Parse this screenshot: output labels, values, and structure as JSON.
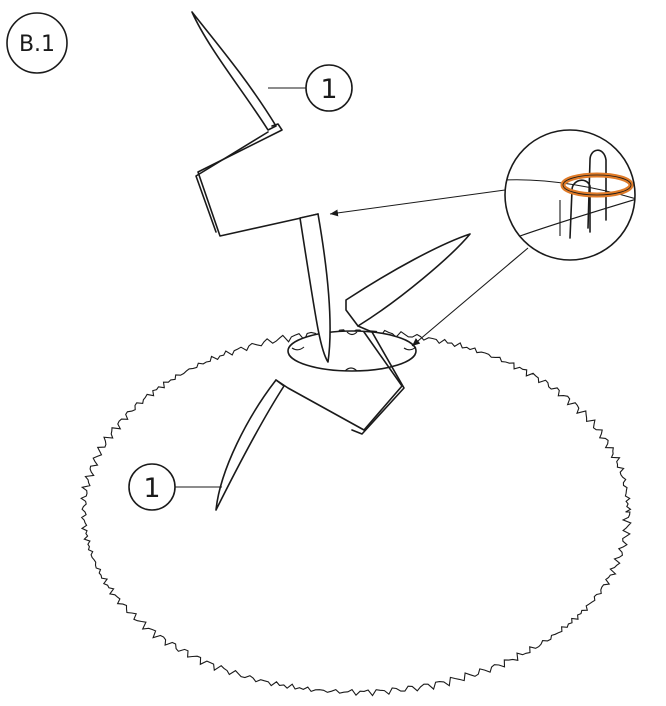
{
  "step": {
    "label": "B.1"
  },
  "callouts": [
    {
      "label": "1"
    },
    {
      "label": "1"
    }
  ],
  "colors": {
    "line": "#1a1a1a",
    "ring": "#e07b28",
    "background": "#ffffff"
  }
}
